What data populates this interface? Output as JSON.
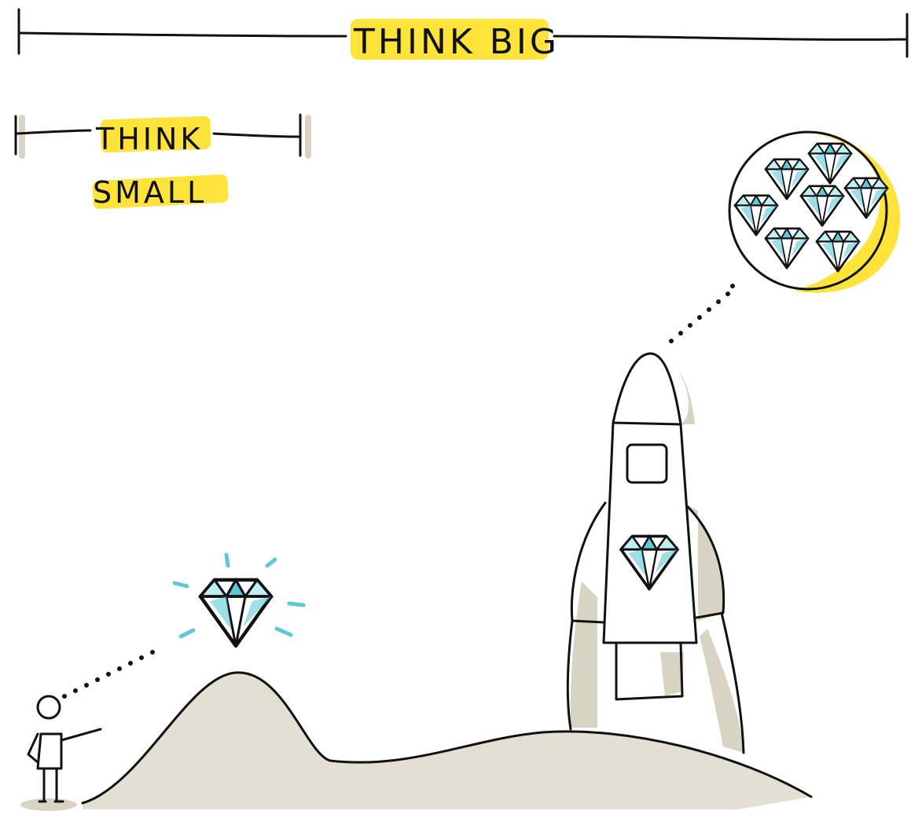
{
  "labels": {
    "think_big": "THINK BIG",
    "think_small_line1": "THINK",
    "think_small_line2": "SMALL"
  },
  "colors": {
    "ink": "#111111",
    "highlight": "#fde33a",
    "shadow": "#d9d3c4",
    "gem": "#5ec8d6",
    "background": "#ffffff"
  },
  "icons": {
    "single_gem": "diamond-icon",
    "gem_cluster": "diamond-cluster-icon",
    "rocket": "rocket-icon",
    "person": "stick-figure-icon",
    "hill": "hill-icon"
  },
  "gem_cluster_count": 7
}
